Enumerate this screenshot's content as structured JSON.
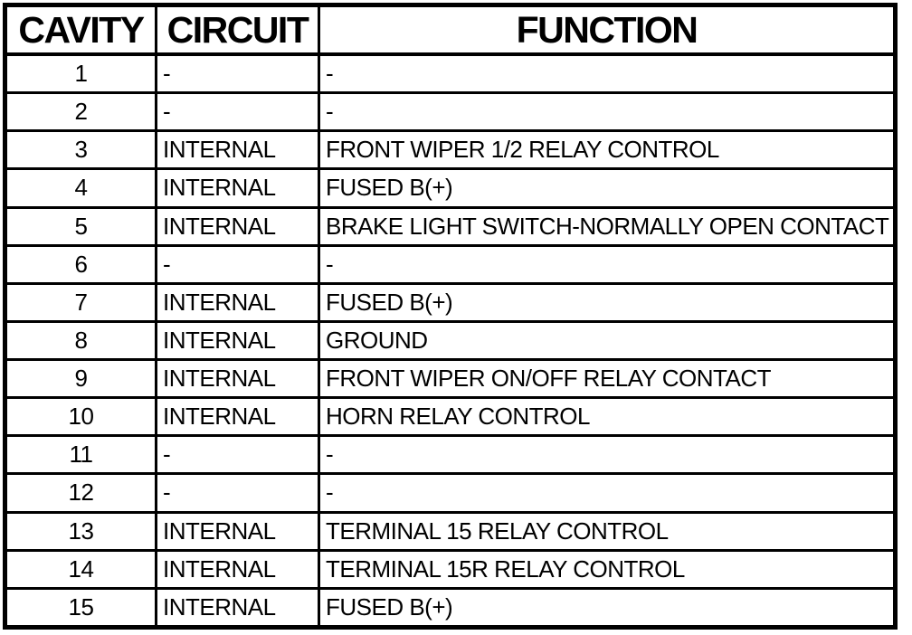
{
  "table": {
    "columns": [
      {
        "label": "CAVITY"
      },
      {
        "label": "CIRCUIT"
      },
      {
        "label": "FUNCTION"
      }
    ],
    "rows": [
      {
        "cavity": "1",
        "circuit": "-",
        "function": "-"
      },
      {
        "cavity": "2",
        "circuit": "-",
        "function": "-"
      },
      {
        "cavity": "3",
        "circuit": "INTERNAL",
        "function": "FRONT WIPER 1/2 RELAY CONTROL"
      },
      {
        "cavity": "4",
        "circuit": "INTERNAL",
        "function": "FUSED B(+)"
      },
      {
        "cavity": "5",
        "circuit": "INTERNAL",
        "function": "BRAKE LIGHT SWITCH-NORMALLY OPEN CONTACT"
      },
      {
        "cavity": "6",
        "circuit": "-",
        "function": "-"
      },
      {
        "cavity": "7",
        "circuit": "INTERNAL",
        "function": "FUSED B(+)"
      },
      {
        "cavity": "8",
        "circuit": "INTERNAL",
        "function": "GROUND"
      },
      {
        "cavity": "9",
        "circuit": "INTERNAL",
        "function": "FRONT WIPER ON/OFF RELAY CONTACT"
      },
      {
        "cavity": "10",
        "circuit": "INTERNAL",
        "function": "HORN RELAY CONTROL"
      },
      {
        "cavity": "11",
        "circuit": "-",
        "function": "-"
      },
      {
        "cavity": "12",
        "circuit": "-",
        "function": "-"
      },
      {
        "cavity": "13",
        "circuit": "INTERNAL",
        "function": "TERMINAL 15 RELAY CONTROL"
      },
      {
        "cavity": "14",
        "circuit": "INTERNAL",
        "function": "TERMINAL 15R RELAY CONTROL"
      },
      {
        "cavity": "15",
        "circuit": "INTERNAL",
        "function": "FUSED B(+)"
      }
    ]
  },
  "colors": {
    "border": "#000000",
    "background": "#ffffff",
    "text": "#000000"
  }
}
